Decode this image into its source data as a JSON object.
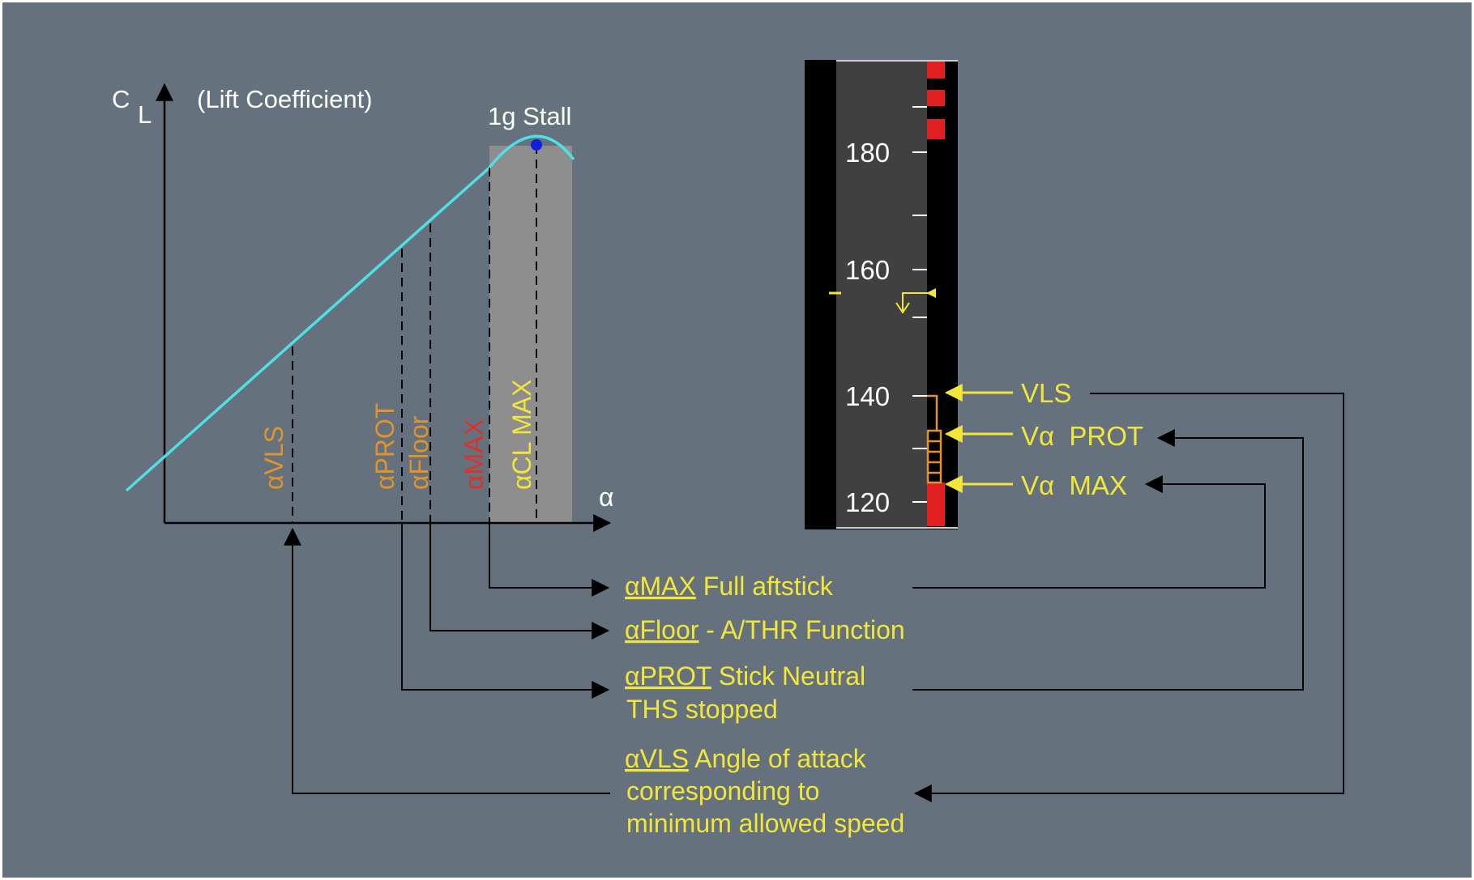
{
  "graph": {
    "y_axis_symbol": "C",
    "y_axis_subscript": "L",
    "y_axis_label": "(Lift Coefficient)",
    "x_axis_symbol": "α",
    "stall_label": "1g Stall",
    "markers": [
      {
        "key": "vls",
        "label": "αVLS",
        "color": "#e0942b"
      },
      {
        "key": "prot",
        "label": "αPROT",
        "color": "#e0942b"
      },
      {
        "key": "floor",
        "label": "αFloor",
        "color": "#e0942b"
      },
      {
        "key": "max",
        "label": "αMAX",
        "color": "#d9322b"
      },
      {
        "key": "clmax",
        "label": "αCL MAX",
        "color": "#f2e63a"
      }
    ]
  },
  "speed_tape": {
    "ticks": [
      "180",
      "160",
      "140",
      "120"
    ],
    "labels": {
      "vls": "VLS",
      "valpha_prot": "Vα  PROT",
      "valpha_max": "Vα  MAX"
    }
  },
  "notes": {
    "max": {
      "key": "αMAX",
      "text": " Full aftstick"
    },
    "floor": {
      "key": "αFloor",
      "text": " - A/THR Function"
    },
    "prot": {
      "key": "αPROT",
      "text": " Stick Neutral",
      "line2": "THS stopped"
    },
    "vls": {
      "key": "αVLS",
      "text": " Angle of attack",
      "line2": "corresponding to",
      "line3": "minimum allowed speed"
    }
  },
  "colors": {
    "background": "#65717d",
    "curve": "#4fe0e6",
    "shade": "#8e8e8e",
    "note_text": "#f2e63a",
    "label_white": "#ffffff",
    "stall_dot": "#1020d8",
    "tape_bg": "#404040",
    "red_band": "#e02020",
    "amber": "#e0942b",
    "arrow_yellow": "#f2e63a",
    "line_black": "#000000"
  }
}
